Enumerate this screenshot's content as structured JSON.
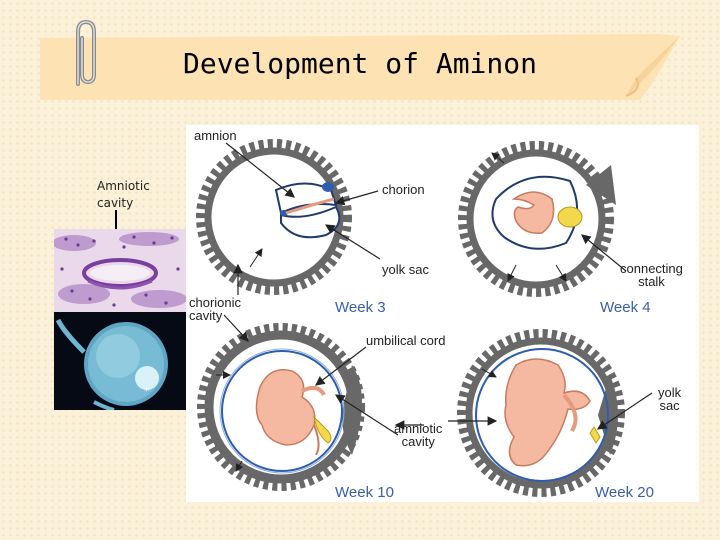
{
  "slide": {
    "title": "Development of Aminon",
    "side_label_line1": "Amniotic",
    "side_label_line2": "cavity"
  },
  "figure": {
    "labels": {
      "amnion": "amnion",
      "chorion": "chorion",
      "yolk_sac_w3": "yolk sac",
      "connecting_stalk_line1": "connecting",
      "connecting_stalk_line2": "stalk",
      "chorionic_cavity_line1": "chorionic",
      "chorionic_cavity_line2": "cavity",
      "umbilical_cord": "umbilical cord",
      "yolk_sac_w20_line1": "yolk",
      "yolk_sac_w20_line2": "sac",
      "amniotic_cavity_line1": "amniotic",
      "amniotic_cavity_line2": "cavity"
    },
    "weeks": {
      "week3": "Week 3",
      "week4": "Week 4",
      "week10": "Week 10",
      "week20": "Week 20"
    }
  },
  "colors": {
    "background": "#fbf0d8",
    "banner": "#fde3b4",
    "week_label": "#3a5fa8",
    "chorion_wall": "#6a6a6a",
    "embryo": "#f4b9a0",
    "yolk": "#f2d84a"
  }
}
